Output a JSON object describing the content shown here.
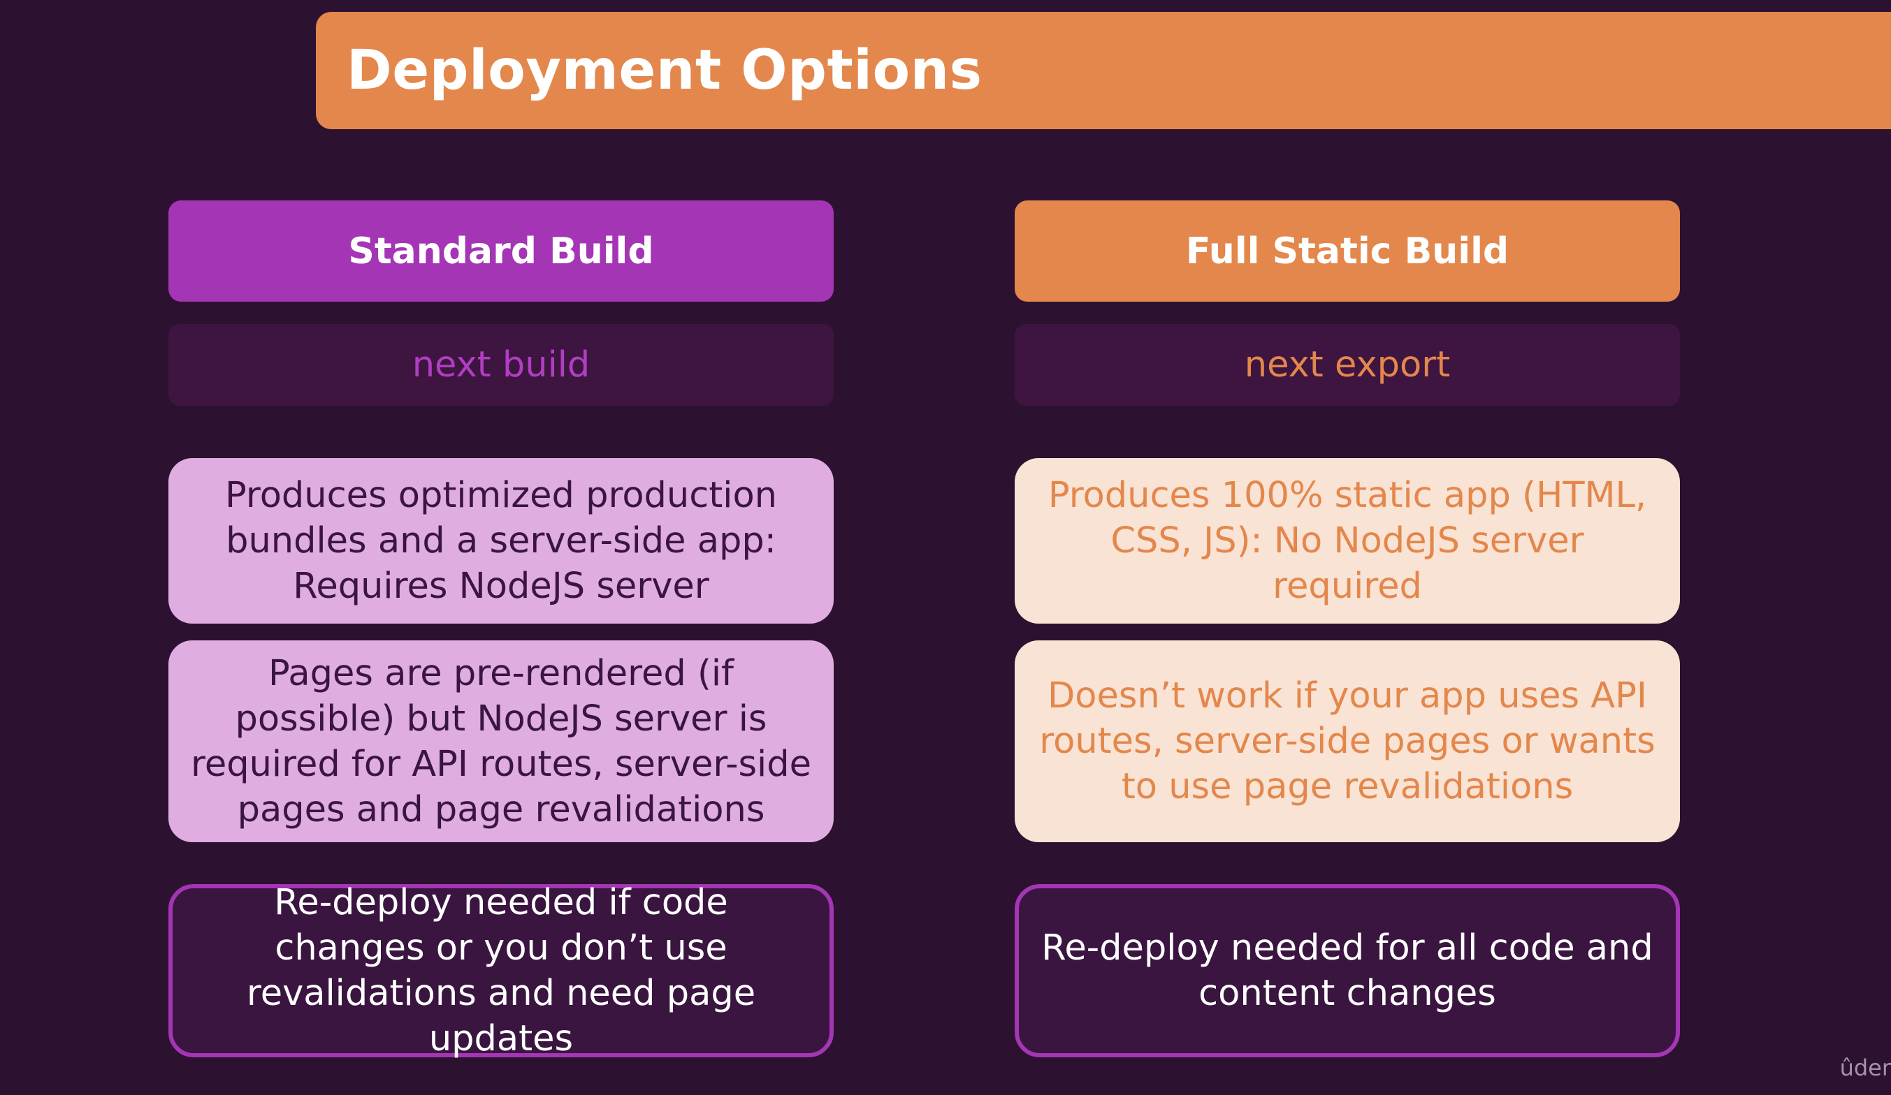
{
  "title": "Deployment Options",
  "columns": [
    {
      "header": "Standard Build",
      "command": "next build",
      "description_1": "Produces optimized production bundles and a server-side app: Requires NodeJS server",
      "description_2": "Pages are pre-rendered (if possible) but NodeJS server is required for API routes, server-side pages and page revalidations",
      "note": "Re-deploy needed if code changes or you don’t use revalidations and need page updates"
    },
    {
      "header": "Full Static Build",
      "command": "next export",
      "description_1": "Produces 100% static app (HTML, CSS, JS): No NodeJS server required",
      "description_2": "Doesn’t work if your app uses API routes, server-side pages or wants to use page revalidations",
      "note": "Re-deploy needed for all code and content changes"
    }
  ],
  "watermark": "ûder",
  "colors": {
    "background": "#2d1130",
    "accent_orange": "#e3874c",
    "accent_purple": "#a435b5",
    "light_purple": "#dfade0",
    "light_orange": "#f9e3d4"
  }
}
